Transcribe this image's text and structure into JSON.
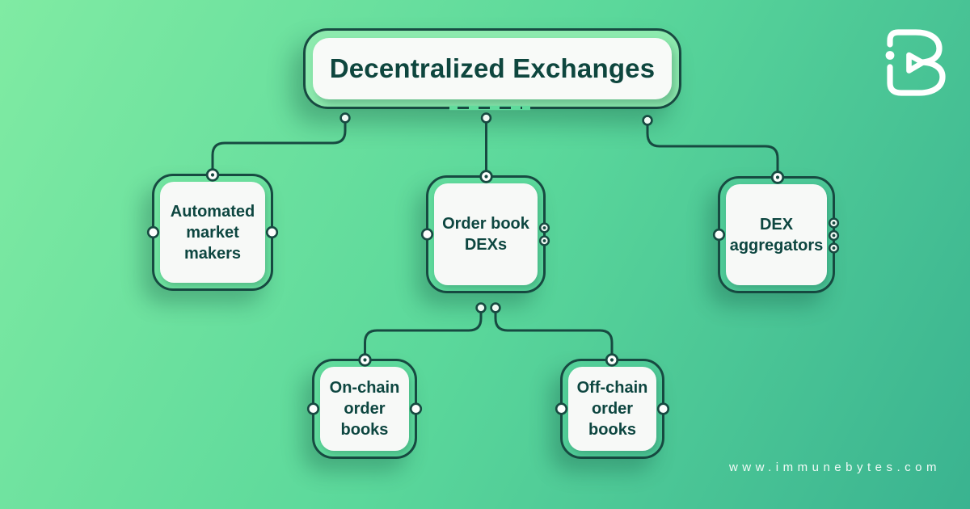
{
  "title": {
    "label": "Decentralized Exchanges"
  },
  "nodes": {
    "amm": {
      "label": "Automated\nmarket\nmakers"
    },
    "orderbook": {
      "label": "Order book\nDEXs"
    },
    "aggregators": {
      "label": "DEX\naggregators"
    },
    "onchain": {
      "label": "On-chain\norder\nbooks"
    },
    "offchain": {
      "label": "Off-chain\norder\nbooks"
    }
  },
  "hierarchy": {
    "root": "Decentralized Exchanges",
    "children": [
      {
        "label": "Automated market makers",
        "children": []
      },
      {
        "label": "Order book DEXs",
        "children": [
          {
            "label": "On-chain order books"
          },
          {
            "label": "Off-chain order books"
          }
        ]
      },
      {
        "label": "DEX aggregators",
        "children": []
      }
    ]
  },
  "footer": {
    "website": "www.immunebytes.com"
  },
  "branding": {
    "logo": "immunebytes-ib-logo",
    "logo_color": "#ffffff"
  },
  "colors": {
    "background_top_left": "#80eba3",
    "background_mid": "#5bd89b",
    "background_bottom_right": "#3ab390",
    "outline_dark_teal": "#174a41",
    "text_dark_teal": "#0d4640",
    "card_fill": "#f7f9f7",
    "title_halo_green": "#8deaae",
    "footer_text": "#ffffff"
  }
}
